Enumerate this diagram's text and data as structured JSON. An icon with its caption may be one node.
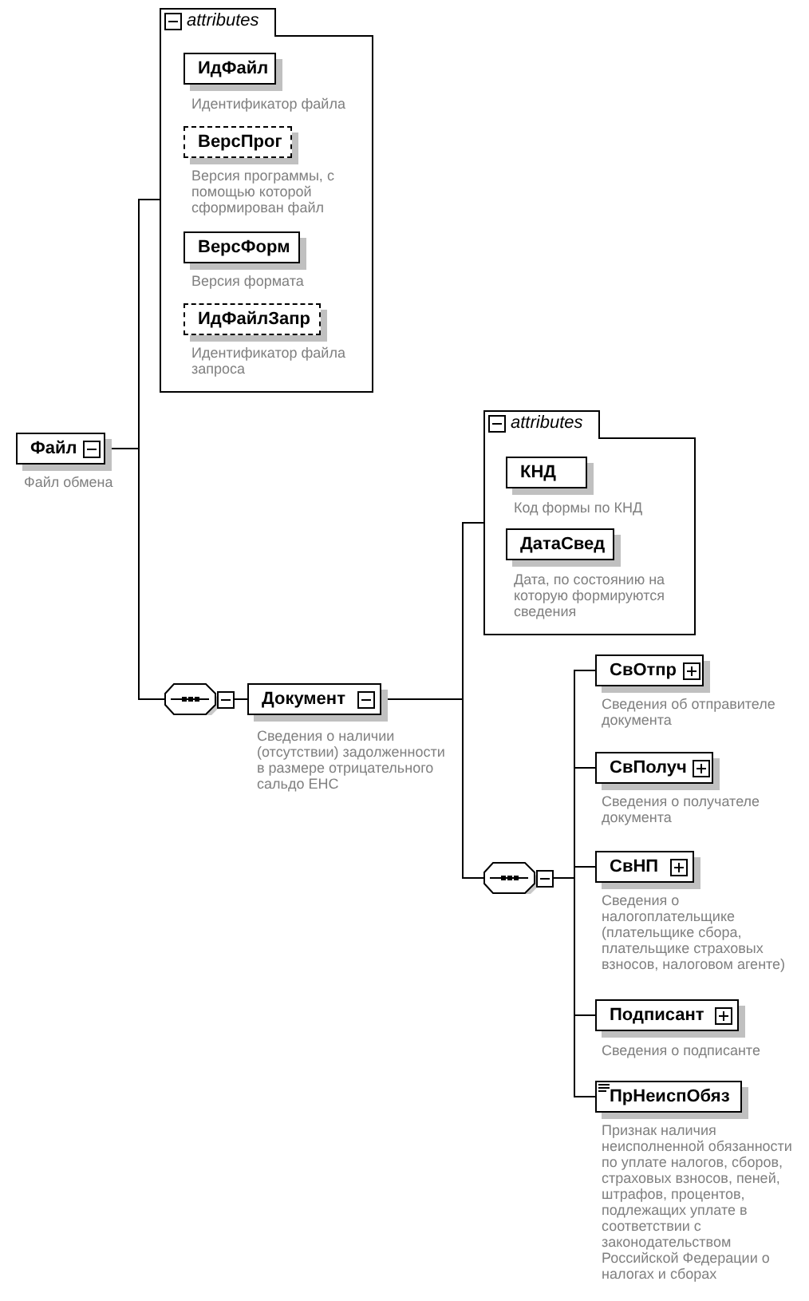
{
  "diagram": {
    "nodes": [
      {
        "text": [
          "Файл"
        ],
        "beside": [
          "Файл обмена"
        ]
      },
      {
        "text": [
          "attributes"
        ]
      },
      {
        "text": [
          "ИдФайл"
        ],
        "in": 1,
        "beside": [
          "Идентификатор файла"
        ]
      },
      {
        "text": [
          "ВерсПрог"
        ],
        "in": 1,
        "beside": [
          "Версия программы, с помощью которой сформирован файл"
        ]
      },
      {
        "text": [
          "ВерсФорм"
        ],
        "in": 1,
        "beside": [
          "Версия формата"
        ]
      },
      {
        "text": [
          "ИдФайлЗапр"
        ],
        "in": 1,
        "beside": [
          "Идентификатор файла запроса"
        ]
      },
      {
        "text": [],
        "shape": "octagon"
      },
      {
        "text": [
          "Документ"
        ],
        "beside": [
          "Сведения о наличии (отсутствии) задолженности в размере отрицательного сальдо ЕНС"
        ]
      },
      {
        "text": [
          "attributes"
        ]
      },
      {
        "text": [
          "КНД"
        ],
        "in": 8,
        "beside": [
          "Код формы по КНД"
        ]
      },
      {
        "text": [
          "ДатаСвед"
        ],
        "in": 8,
        "beside": [
          "Дата, по состоянию на которую формируются сведения"
        ]
      },
      {
        "text": [],
        "shape": "octagon"
      },
      {
        "text": [
          "СвОтпр"
        ],
        "beside": [
          "Сведения об отправителе документа"
        ]
      },
      {
        "text": [
          "СвПолуч"
        ],
        "beside": [
          "Сведения о получателе документа"
        ]
      },
      {
        "text": [
          "СвНП"
        ],
        "beside": [
          "Сведения о налогоплательщике (плательщике сбора, плательщике страховых взносов, налоговом агенте)"
        ]
      },
      {
        "text": [
          "Подписант"
        ],
        "beside": [
          "Сведения о подписанте"
        ]
      },
      {
        "text": [
          "ПрНеиспОбяз"
        ],
        "beside": [
          "Признак наличия неисполненной обязанности по уплате налогов, сборов, страховых взносов, пеней, штрафов, процентов, подлежащих уплате в соответствии с законодательством Российской Федерации о налогах и сборах"
        ]
      }
    ],
    "edges": [
      {
        "from": 0,
        "to": 1,
        "arrow": "none"
      },
      {
        "from": 0,
        "to": 6,
        "arrow": "none"
      },
      {
        "from": 6,
        "to": 7,
        "arrow": "none"
      },
      {
        "from": 7,
        "to": 8,
        "arrow": "none"
      },
      {
        "from": 7,
        "to": 11,
        "arrow": "none"
      },
      {
        "from": 11,
        "to": 12,
        "arrow": "none"
      },
      {
        "from": 11,
        "to": 13,
        "arrow": "none"
      },
      {
        "from": 11,
        "to": 14,
        "arrow": "none"
      },
      {
        "from": 11,
        "to": 15,
        "arrow": "none"
      },
      {
        "from": 11,
        "to": 16,
        "arrow": "none"
      }
    ]
  }
}
